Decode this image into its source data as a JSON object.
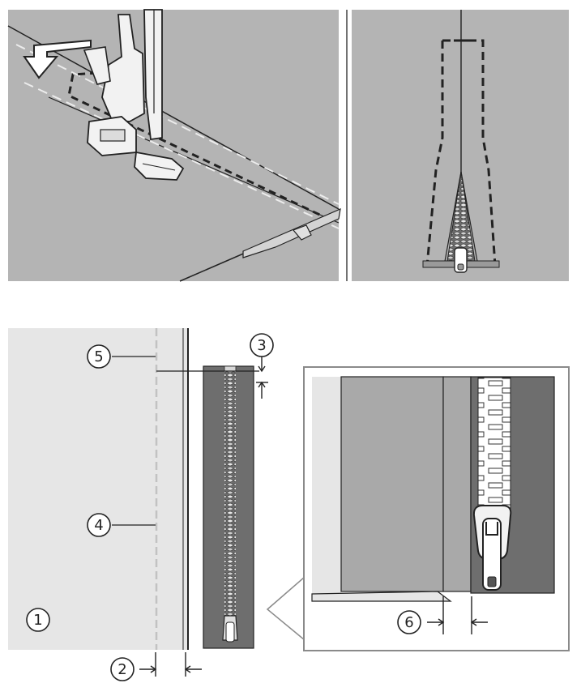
{
  "callouts": {
    "c1": "1",
    "c2": "2",
    "c3": "3",
    "c4": "4",
    "c5": "5",
    "c6": "6"
  },
  "colors": {
    "fabric_gray": "#b4b4b4",
    "fabric_light": "#e6e6e6",
    "fabric_mid": "#a9a9a9",
    "zipper_tape": "#6e6e6e",
    "line": "#222222",
    "background": "#ffffff"
  }
}
